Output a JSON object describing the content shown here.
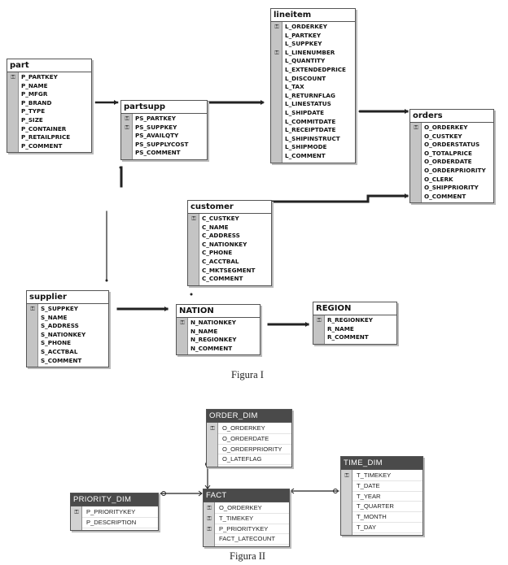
{
  "figure1": {
    "caption": "Figura I",
    "tables": {
      "part": {
        "title": "part",
        "columns": [
          "P_PARTKEY",
          "P_NAME",
          "P_MFGR",
          "P_BRAND",
          "P_TYPE",
          "P_SIZE",
          "P_CONTAINER",
          "P_RETAILPRICE",
          "P_COMMENT"
        ],
        "keys": [
          0
        ]
      },
      "partsupp": {
        "title": "partsupp",
        "columns": [
          "PS_PARTKEY",
          "PS_SUPPKEY",
          "PS_AVAILQTY",
          "PS_SUPPLYCOST",
          "PS_COMMENT"
        ],
        "keys": [
          0,
          1
        ]
      },
      "lineitem": {
        "title": "lineitem",
        "columns": [
          "L_ORDERKEY",
          "L_PARTKEY",
          "L_SUPPKEY",
          "L_LINENUMBER",
          "L_QUANTITY",
          "L_EXTENDEDPRICE",
          "L_DISCOUNT",
          "L_TAX",
          "L_RETURNFLAG",
          "L_LINESTATUS",
          "L_SHIPDATE",
          "L_COMMITDATE",
          "L_RECEIPTDATE",
          "L_SHIPINSTRUCT",
          "L_SHIPMODE",
          "L_COMMENT"
        ],
        "keys": [
          0,
          3
        ]
      },
      "orders": {
        "title": "orders",
        "columns": [
          "O_ORDERKEY",
          "O_CUSTKEY",
          "O_ORDERSTATUS",
          "O_TOTALPRICE",
          "O_ORDERDATE",
          "O_ORDERPRIORITY",
          "O_CLERK",
          "O_SHIPPRIORITY",
          "O_COMMENT"
        ],
        "keys": [
          0
        ]
      },
      "customer": {
        "title": "customer",
        "columns": [
          "C_CUSTKEY",
          "C_NAME",
          "C_ADDRESS",
          "C_NATIONKEY",
          "C_PHONE",
          "C_ACCTBAL",
          "C_MKTSEGMENT",
          "C_COMMENT"
        ],
        "keys": [
          0
        ]
      },
      "supplier": {
        "title": "supplier",
        "columns": [
          "S_SUPPKEY",
          "S_NAME",
          "S_ADDRESS",
          "S_NATIONKEY",
          "S_PHONE",
          "S_ACCTBAL",
          "S_COMMENT"
        ],
        "keys": [
          0
        ]
      },
      "nation": {
        "title": "NATION",
        "columns": [
          "N_NATIONKEY",
          "N_NAME",
          "N_REGIONKEY",
          "N_COMMENT"
        ],
        "keys": [
          0
        ]
      },
      "region": {
        "title": "REGION",
        "columns": [
          "R_REGIONKEY",
          "R_NAME",
          "R_COMMENT"
        ],
        "keys": [
          0
        ]
      }
    }
  },
  "figure2": {
    "caption": "Figura II",
    "tables": {
      "order_dim": {
        "title": "ORDER_DIM",
        "columns": [
          "O_ORDERKEY",
          "O_ORDERDATE",
          "O_ORDERPRIORITY",
          "O_LATEFLAG"
        ],
        "keys": [
          0
        ]
      },
      "priority_dim": {
        "title": "PRIORITY_DIM",
        "columns": [
          "P_PRIORITYKEY",
          "P_DESCRIPTION"
        ],
        "keys": [
          0
        ]
      },
      "fact": {
        "title": "FACT",
        "columns": [
          "O_ORDERKEY",
          "T_TIMEKEY",
          "P_PRIORITYKEY",
          "FACT_LATECOUNT"
        ],
        "keys": [
          0,
          1,
          2
        ]
      },
      "time_dim": {
        "title": "TIME_DIM",
        "columns": [
          "T_TIMEKEY",
          "T_DATE",
          "T_YEAR",
          "T_QUARTER",
          "T_MONTH",
          "T_DAY"
        ],
        "keys": [
          0
        ]
      }
    }
  },
  "icons": {
    "primary_key": "key-icon"
  }
}
